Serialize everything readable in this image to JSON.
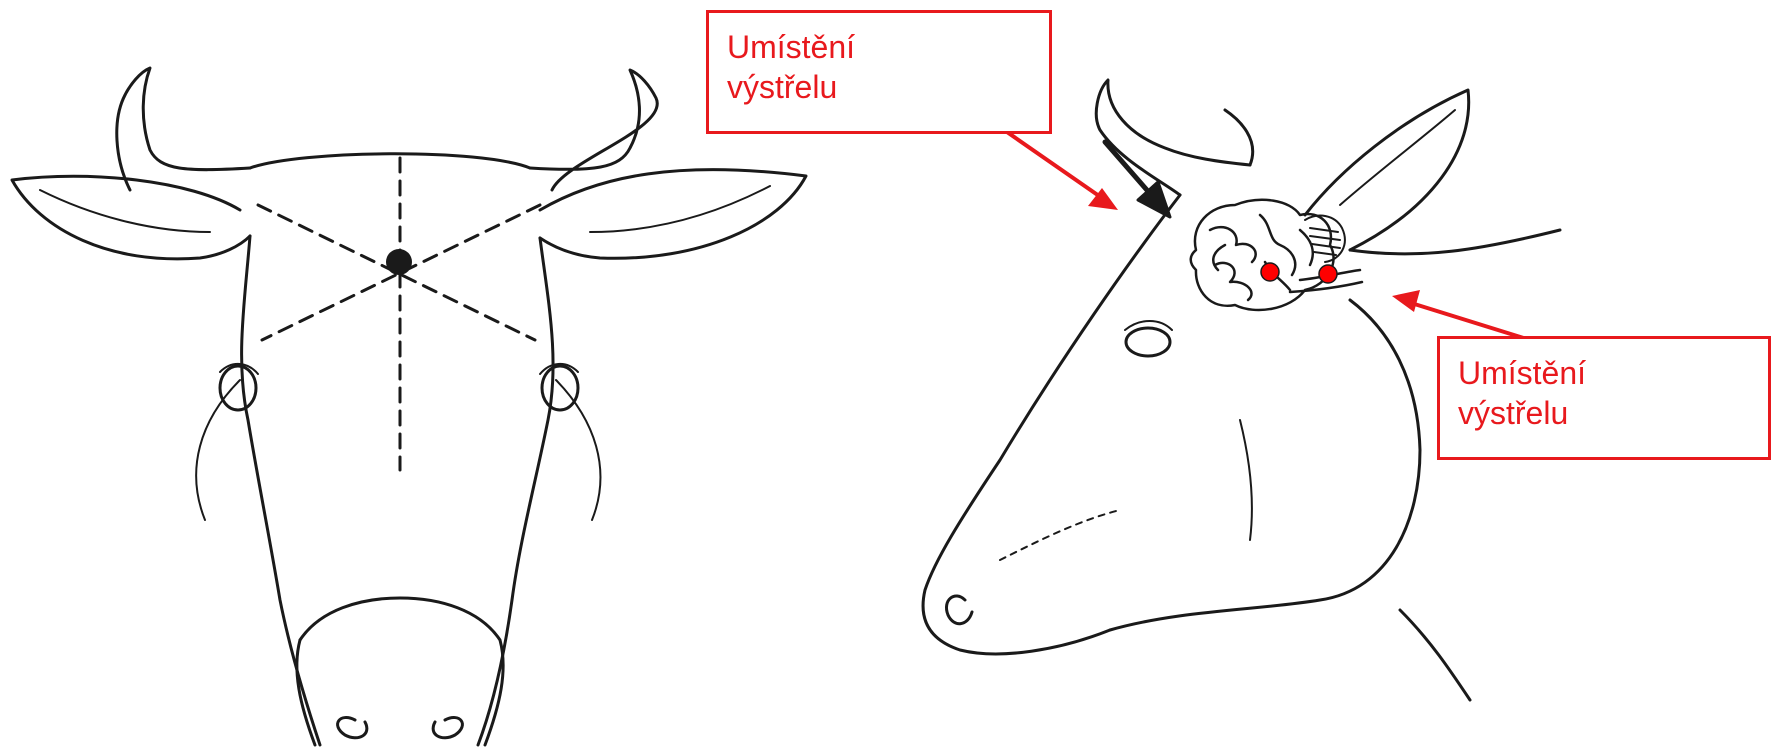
{
  "labels": {
    "shot_placement_top": {
      "line1": "Umístění",
      "line2": "výstřelu"
    },
    "shot_placement_right": {
      "line1": "Umístění",
      "line2": "výstřelu"
    }
  },
  "colors": {
    "annotation": "#e8191d",
    "marker_fill": "#ff0000",
    "drawing": "#1a1a1a",
    "background": "#ffffff"
  },
  "markers": {
    "front_view": "forehead shot point at intersection of diagonals",
    "side_view": "two red points behind the ear, pointer arrow to the forehead"
  }
}
